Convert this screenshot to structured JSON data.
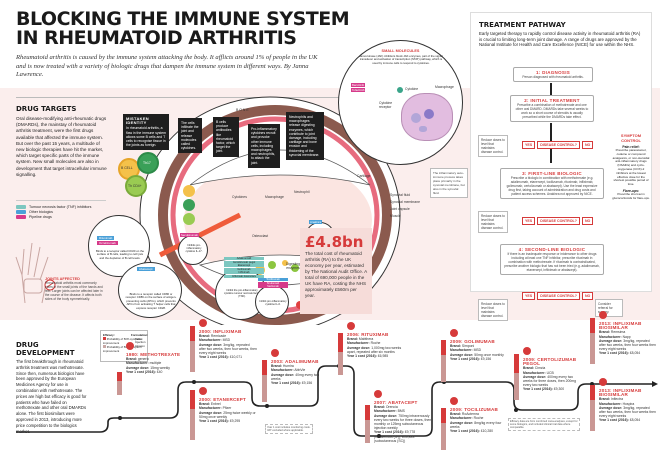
{
  "header": {
    "title_line1": "BLOCKING THE IMMUNE SYSTEM",
    "title_line2": "IN RHEUMATOID ARTHRITIS",
    "subtitle": "Rheumatoid arthritis is caused by the immune system attacking the body. It afflicts around 1% of people in the UK and is now treated with a variety of biologic drugs that dampen the immune system in different ways. By Janna Lawrence."
  },
  "drug_targets": {
    "heading": "DRUG TARGETS",
    "body": "Oral disease-modifying anti-rheumatic drugs (DMARDs), the mainstay of rheumatoid arthritis treatment, were the first drugs available that affected the immune system. But over the past 15 years, a multitude of new biologic therapies have hit the market, which target specific parts of the immune system. New small molecules are also in development that target intracellular immune signalling.",
    "legend": [
      {
        "label": "Tumour necrosis factor (TNF) inhibitors",
        "color": "#7cc7c0"
      },
      {
        "label": "Other biologics",
        "color": "#4aa0d8"
      },
      {
        "label": "Pipeline drugs",
        "color": "#d63a8a"
      }
    ]
  },
  "joints_affected": {
    "heading": "JOINTS AFFECTED",
    "body": "Rheumatoid arthritis most commonly starts in the small joints of the hands and feet. Larger joints can be affected later in the course of the disease. It affects both sides of the body symmetrically."
  },
  "diagram": {
    "bone_label": "BONE",
    "boxes": [
      {
        "heading": "MISTAKEN IDENTITY",
        "text": "In rheumatoid arthritis, a flaw in the immune system allows some B cells and T cells to recognise tissue in the joints as foreign."
      },
      {
        "text": "The cells infiltrate the joint and release molecules called cytokines."
      },
      {
        "text": "B cells produce antibodies like rheumatoid factor, which target the joint."
      },
      {
        "text": "Pro-inflammatory cytokines recruit and provoke other immune cells, including macrophages and neutrophils, to attack the joint."
      },
      {
        "text": "Neutrophils and macrophages release digesting enzymes, which contribute to joint damage, including cartilage and bone erosion and thickening of the synovial membrane."
      },
      {
        "text": "Cytokines cause the normal balance of bone destruction and replacement by osteoclasts to become dysregulated, leading to bone erosion."
      }
    ],
    "cells": [
      "B CELL",
      "Th17",
      "Th CD4+"
    ],
    "labels": [
      "Cytokines",
      "Macrophage",
      "Neutrophil",
      "Osteoclast",
      "Digesting enzymes",
      "Cartilage",
      "Synovial fluid",
      "Synovial membrane",
      "Joint capsule",
      "Muscle"
    ],
    "circles": [
      {
        "drugs": [
          "Rituximab",
          "Ocrelizumab"
        ],
        "marker": "CD20",
        "text": "Binds to a receptor called CD20 on the surface of B cells, leading to cell lysis and the depletion of B cell levels."
      },
      {
        "drugs": [
          "Abatacept"
        ],
        "marker": "CD80 CD80/86",
        "text": "Binds to a receptor called CD80 or receptor CD86 on the surface of antigen-presenting cells (APCs), which prevents APCs from activating T helper cells that express receptor CD28."
      },
      {
        "drugs": [
          "Secukinumab"
        ],
        "text": "Inhibits pro-inflammatory cytokine IL-17."
      },
      {
        "drugs": [
          "Adalimumab",
          "Certolizumab pegol",
          "Etanercept",
          "Golimumab",
          "Infliximab",
          "Infliximab biosimilars"
        ],
        "text": "Inhibit the pro-inflammatory cytokine tumour necrosis factor (TNF)."
      },
      {
        "drugs": [
          "Tocilizumab",
          "Sirukumab",
          "Sarilumab"
        ],
        "text": "Inhibit pro-inflammatory cytokine IL-6."
      },
      {
        "drugs": [
          "Anakinra"
        ],
        "text": "Inhibits pro-inflammatory cytokine IL-1."
      }
    ],
    "small_molecules": {
      "heading": "SMALL MOLECULES",
      "text": "Janus kinase (JAK) inhibitors block JAK enzymes, part of the signal transducer and activation of transcription (STAT) pathway, which is used by immune cells to respond to cytokines.",
      "drugs": [
        "Baricitinib",
        "Tofacitinib"
      ],
      "labels": [
        "Cytokine",
        "Macrophage",
        "Cytokine receptor",
        "JAK",
        "JAK",
        "STAT"
      ]
    },
    "synovial_note": "The inflammatory auto-immune process takes place primarily in the synovial membrane, but also in the synovial fluid."
  },
  "cost": {
    "value": "£4.8bn",
    "text": "The total cost of rheumatoid arthritis (RA) to the UK economy per year, estimated by The National Audit Office. A total of 690,000 people in the UK have RA, costing the NHS approximately £560m per year."
  },
  "treatment_pathway": {
    "heading": "TREATMENT PATHWAY",
    "intro": "Early targeted therapy to rapidly control disease activity in rheumatoid arthritis (RA) is crucial to limiting long-term joint damage. A range of drugs are approved by the National Institute for Health and Care Excellence (NICE) for use within the NHS.",
    "steps": [
      {
        "heading": "1: DIAGNOSIS",
        "text": "Person diagnosed with rheumatoid arthritis."
      },
      {
        "heading": "2: INITIAL TREATMENT",
        "text": "Prescribe a combination of methotrexate and one other oral DMARD. DMARDs take several weeks to work so a short course of steroids is usually prescribed while the DMARDs take effect."
      },
      {
        "heading": "3: FIRST-LINE BIOLOGIC",
        "text": "Prescribe a biologic in combination with methotrexate (e.g. adalimumab, etanercept, tocilizumab, rituximab, infliximab, golimumab, certolizumab or abatacept). Use the least expensive drug first, taking account of administration and drug costs and patient access schemes. Anakinra not approved by NICE."
      },
      {
        "heading": "4: SECOND-LINE BIOLOGIC",
        "text": "If there is an inadequate response or intolerance to other drugs including at least one TNF inhibitor, prescribe rituximab in combination with methotrexate. If rituximab is contraindicated, prescribe another biologic that has not been tried (e.g. adalimumab, etanercept, infliximab or abatacept)."
      }
    ],
    "decision": {
      "yes": "YES",
      "question": "DISEASE CONTROL?",
      "no": "NO"
    },
    "yes_outcome": "Reduce doses to level that maintains disease control.",
    "final_no_outcome": "Consider referral for surgery.",
    "symptom_control": {
      "heading": "SYMPTOM CONTROL",
      "pain_relief_h": "Pain relief:",
      "pain_relief": "Prescribe paracetamol, codeine or compound analgesics, or non-steroidal anti-inflammatory drugs (NSAIDs) and cyclo-oxygenase (COX)-2 inhibitors at the lowest effective dose for the shortest possible period of time.",
      "flare_h": "Flare-ups:",
      "flare": "Prescribe short-term glucocorticoids for flare-ups."
    }
  },
  "drug_development": {
    "heading": "DRUG DEVELOPMENT",
    "body": "The first breakthrough in rheumatoid arthritis treatment was methotrexate. Since then, numerous biologics have been approved by the European Medicines Agency for use in combination with methotrexate. The prices are high but efficacy is good for patients who have failed on methotrexate and other oral DMARDs alone. The first biosimilars were approved in 2013, introducing more price competition to the biologics market.",
    "legend": {
      "efficacy_label": "Efficacy:",
      "items": [
        {
          "label": "Probability of 50% symptom improvement",
          "color": "#d63a3a"
        },
        {
          "label": "Probability of 50% symptom improvement",
          "color": "#c8a8a5"
        }
      ],
      "formulation_label": "Formulation:",
      "formulations": [
        "Tablet",
        "Injection",
        "Infusion"
      ]
    },
    "drugs": [
      {
        "year": "1980: METHOTREXATE",
        "brand": "generic",
        "manufacturer": "multiple",
        "dose": "15mg weekly",
        "cost": "£40",
        "eff1": 0.3,
        "eff2": 0.18
      },
      {
        "year": "2000: INFLIXIMAB",
        "brand": "Remicade",
        "manufacturer": "MSD",
        "dose": "3mg/kg, repeated after two weeks, then four weeks, then every eight weeks",
        "cost": "£10,071",
        "eff1": 0.6,
        "eff2": 0.4
      },
      {
        "year": "2000: ETANERCEPT",
        "brand": "Enbrel",
        "manufacturer": "Pfizer",
        "dose": "25mg twice weekly or 50mg once weekly",
        "cost": "£9,295",
        "eff1": 0.65,
        "eff2": 0.4
      },
      {
        "year": "2003: ADALIMUMAB",
        "brand": "Humira",
        "manufacturer": "AbbVie",
        "dose": "40mg every two weeks",
        "cost": "£9,156",
        "eff1": 0.55,
        "eff2": 0.35
      },
      {
        "year": "2006: RITUXIMAB",
        "brand": "Mabthera",
        "manufacturer": "Roche",
        "dose": "1,000mg two weeks apart, repeated after six months",
        "cost": "£6,985",
        "eff1": 0.55,
        "eff2": 0.3
      },
      {
        "year": "2007: ABATACEPT",
        "brand": "Orencia",
        "manufacturer": "BMS",
        "dose": "750mg intravenously every two weeks for three doses, then monthly or 125mg subcutaneous injection weekly",
        "cost": "£9,778 (intravenous (IV)); £10,833 (subcutaneous (SC))",
        "eff1": 0.5,
        "eff2": 0.3
      },
      {
        "year": "2009: GOLIMUMAB",
        "brand": "Simponi",
        "manufacturer": "MSD",
        "dose": "50mg once monthly",
        "cost": "£9,156",
        "eff1": 0.55,
        "eff2": 0.35
      },
      {
        "year": "2009: TOCILIZUMAB",
        "brand": "RoActemra",
        "manufacturer": "Roche",
        "dose": "8mg/kg every four weeks",
        "cost": "£10,280",
        "eff1": 0.55,
        "eff2": 0.35
      },
      {
        "year": "2009: CERTOLIZUMAB PEGOL",
        "brand": "Cimzia",
        "manufacturer": "UCB",
        "dose": "400mg every two weeks for three doses, then 200mg every two weeks",
        "cost": "£9,300",
        "eff1": 0.6,
        "eff2": 0.35
      },
      {
        "year": "2013: INFLIXIMAB BIOSIMILAR",
        "brand": "Remsima",
        "manufacturer": "Napp",
        "dose": "3mg/kg, repeated after two weeks, then four weeks then every eight weeks",
        "cost": "£8,054",
        "eff1": 0.6,
        "eff2": 0.4
      },
      {
        "year": "2013: INFLIXIMAB BIOSIMILAR",
        "brand": "Inflectra",
        "manufacturer": "Hospira",
        "dose": "3mg/kg, repeated after two weeks, then four weeks then every eight weeks",
        "cost": "£8,054",
        "eff1": 0.6,
        "eff2": 0.4
      }
    ],
    "field_labels": {
      "brand": "Brand:",
      "manufacturer": "Manufacturer:",
      "dose": "Average dose:",
      "cost": "Year 1 cost (2016):"
    },
    "note1": "Year 1 cost includes monitoring costs. VAT excluded where applicable.",
    "note2": "Efficacy data are from combined meta-analyses, except for some biologics, and included clinical trial data where comparable."
  }
}
